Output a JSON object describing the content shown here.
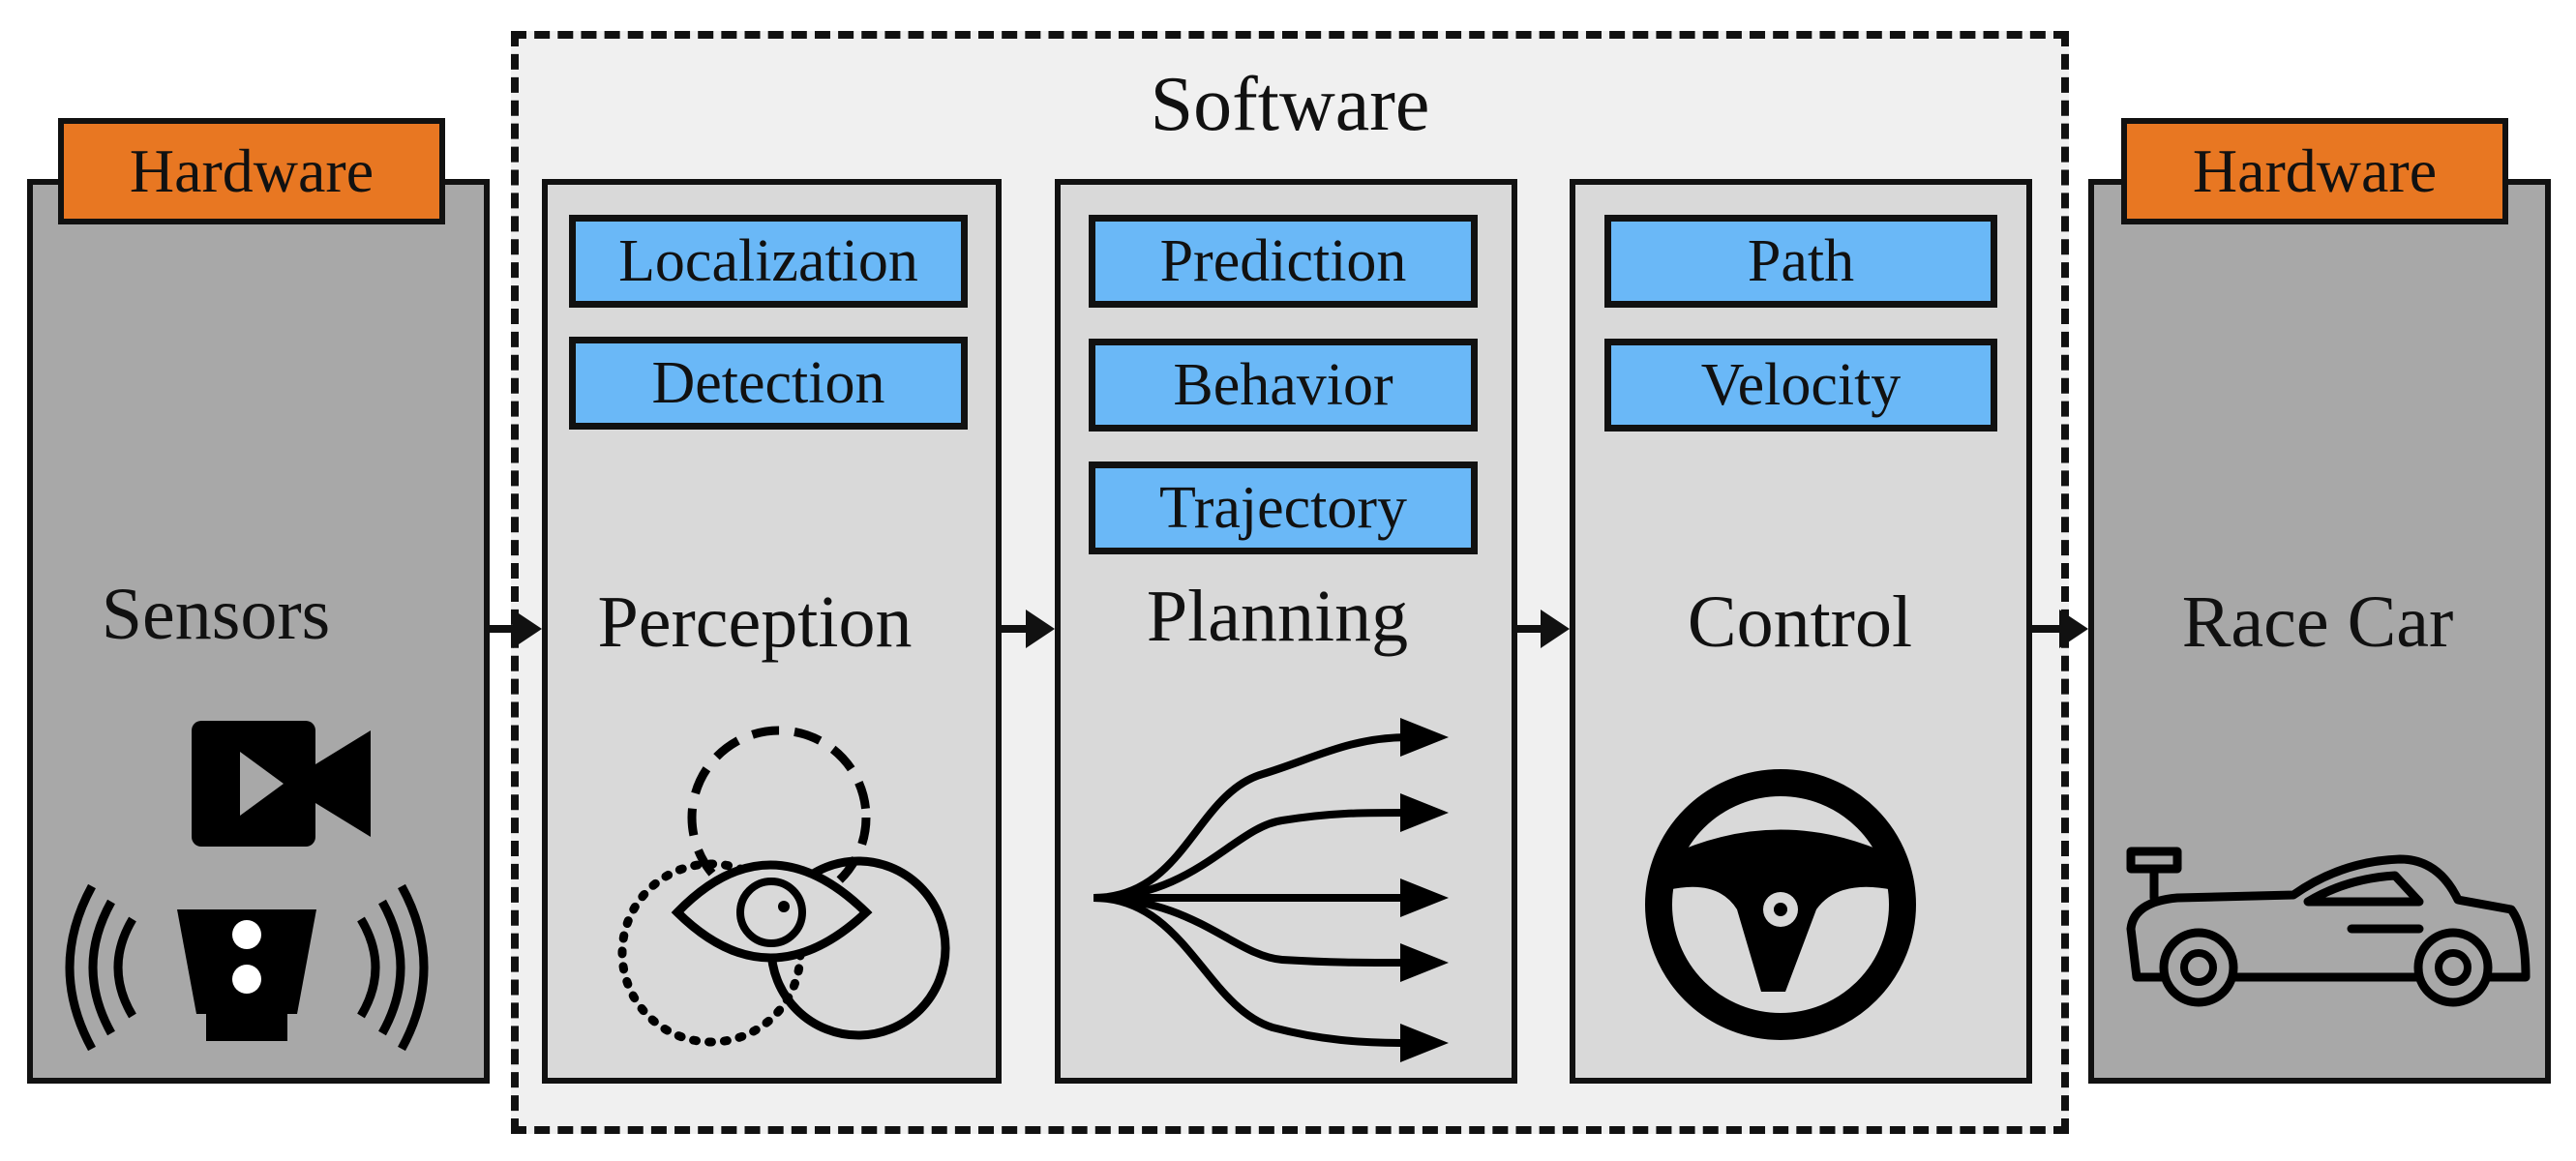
{
  "software": {
    "title": "Software"
  },
  "left": {
    "tag": "Hardware",
    "label": "Sensors",
    "icons": [
      "video-camera-icon",
      "radar-sensor-icon"
    ]
  },
  "perception": {
    "chips": [
      "Localization",
      "Detection"
    ],
    "label": "Perception",
    "icon": "perception-eye-icon"
  },
  "planning": {
    "chips": [
      "Prediction",
      "Behavior",
      "Trajectory"
    ],
    "label": "Planning",
    "icon": "branching-paths-icon"
  },
  "control": {
    "chips": [
      "Path",
      "Velocity"
    ],
    "label": "Control",
    "icon": "steering-wheel-icon"
  },
  "right": {
    "tag": "Hardware",
    "label": "Race Car",
    "icon": "race-car-icon"
  },
  "colors": {
    "hardware_tag": "#e87722",
    "chip": "#6ab8f7",
    "hardware_panel": "#a8a8a8",
    "software_panel": "#d9d9d9",
    "software_frame": "#f0f0f0"
  }
}
